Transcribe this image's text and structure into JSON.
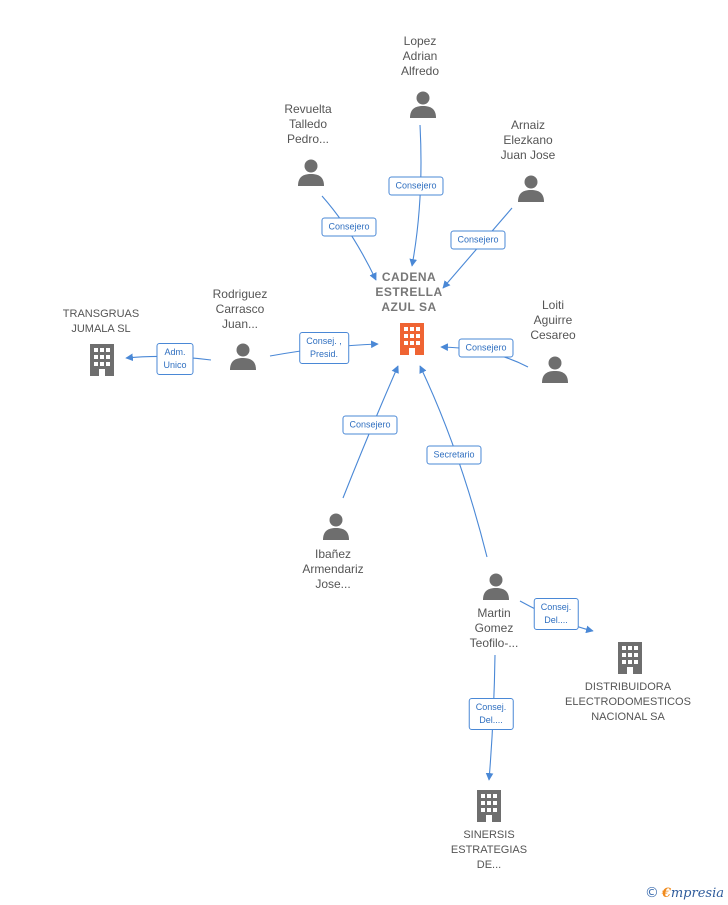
{
  "colors": {
    "edge": "#4a88d6",
    "person_icon": "#6e6e6e",
    "company_icon": "#6e6e6e",
    "center_icon": "#ef6433",
    "label_text": "#555555"
  },
  "nodes": {
    "center": {
      "label": "CADENA\nESTRELLA\nAZUL SA",
      "icon": "building-icon"
    },
    "lopez": {
      "label": "Lopez\nAdrian\nAlfredo",
      "icon": "person-icon"
    },
    "revuelta": {
      "label": "Revuelta\nTalledo\nPedro...",
      "icon": "person-icon"
    },
    "arnaiz": {
      "label": "Arnaiz\nElezkano\nJuan Jose",
      "icon": "person-icon"
    },
    "rodriguez": {
      "label": "Rodriguez\nCarrasco\nJuan...",
      "icon": "person-icon"
    },
    "loiti": {
      "label": "Loiti\nAguirre\nCesareo",
      "icon": "person-icon"
    },
    "ibanez": {
      "label": "Ibañez\nArmendariz\nJose...",
      "icon": "person-icon"
    },
    "martin": {
      "label": "Martin\nGomez\nTeofilo-...",
      "icon": "person-icon"
    },
    "transgruas": {
      "label": "TRANSGRUAS\nJUMALA SL",
      "icon": "building-icon"
    },
    "distribuidora": {
      "label": "DISTRIBUIDORA\nELECTRODOMESTICOS\nNACIONAL SA",
      "icon": "building-icon"
    },
    "sinersis": {
      "label": "SINERSIS\nESTRATEGIAS\nDE...",
      "icon": "building-icon"
    }
  },
  "edges": {
    "lopez": "Consejero",
    "revuelta": "Consejero",
    "arnaiz": "Consejero",
    "rodriguez": "Consej. ,\nPresid.",
    "loiti": "Consejero",
    "ibanez": "Consejero",
    "martin": "Secretario",
    "transgruas": "Adm.\nUnico",
    "distribuidora": "Consej.\nDel....",
    "sinersis": "Consej.\nDel...."
  },
  "footer": {
    "copyright": "©",
    "brand_first": "€",
    "brand_rest": "mpresia"
  }
}
